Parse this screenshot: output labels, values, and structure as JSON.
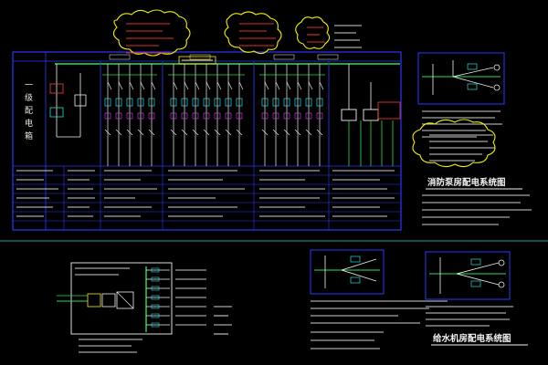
{
  "drawing": {
    "left_title": "一级配电箱",
    "fire_pump_title": "消防泵房配电系统图",
    "water_pump_title": "给水机房配电系统图"
  },
  "colors": {
    "background": "#000000",
    "frame": "#2b36ff",
    "wire": "#f2f2f2",
    "cyan": "#22e0e0",
    "green": "#2edc4e",
    "yellow": "#f3f000",
    "red": "#ff3b3b",
    "magenta": "#e23bff",
    "teal_divider": "#1aa08c"
  }
}
